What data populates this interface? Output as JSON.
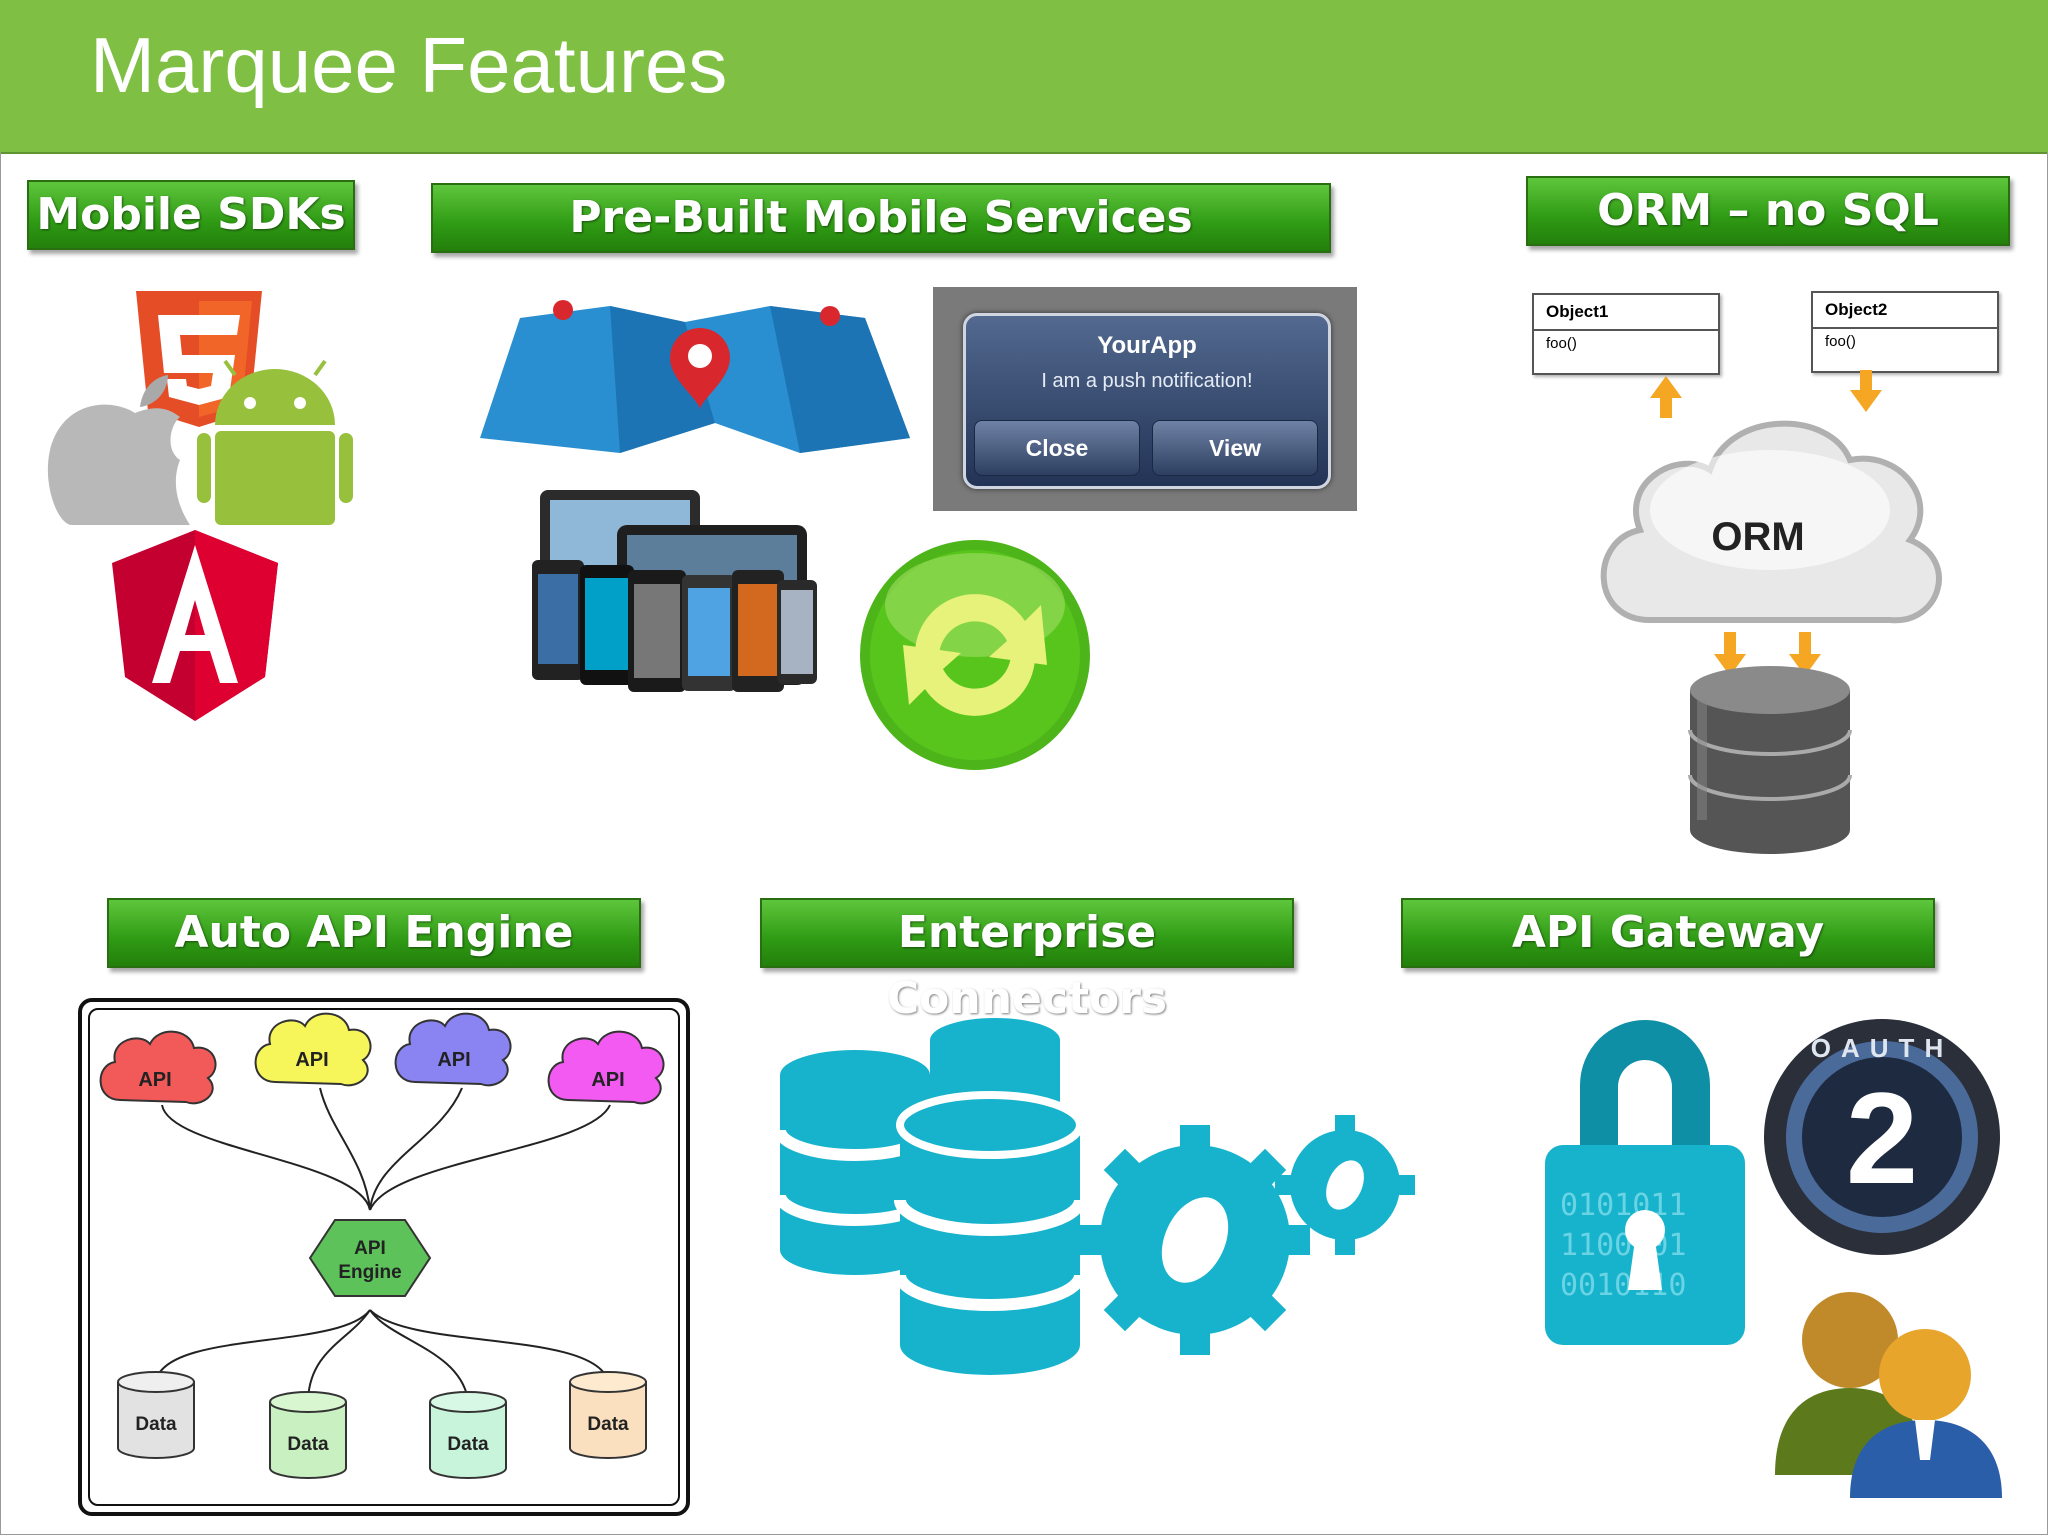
{
  "slide": {
    "title": "Marquee Features"
  },
  "sections": {
    "mobile_sdks": "Mobile SDKs",
    "prebuilt_services": "Pre-Built Mobile Services",
    "orm": "ORM – no SQL",
    "auto_api": "Auto API Engine",
    "connectors": "Enterprise Connectors",
    "gateway": "API Gateway"
  },
  "push_notification": {
    "app_name": "YourApp",
    "message": "I am a push notification!",
    "close_label": "Close",
    "view_label": "View"
  },
  "orm_diagram": {
    "object1": "Object1",
    "object1_method": "foo()",
    "object2": "Object2",
    "object2_method": "foo()",
    "cloud_label": "ORM"
  },
  "api_engine_diagram": {
    "api_label": "API",
    "engine_label_line1": "API",
    "engine_label_line2": "Engine",
    "data_label": "Data"
  },
  "oauth": {
    "ring_text": "OAUTH",
    "number": "2"
  },
  "colors": {
    "header_green": "#7ebf44",
    "banner_green": "#2f9a14",
    "teal": "#17b3cc"
  }
}
